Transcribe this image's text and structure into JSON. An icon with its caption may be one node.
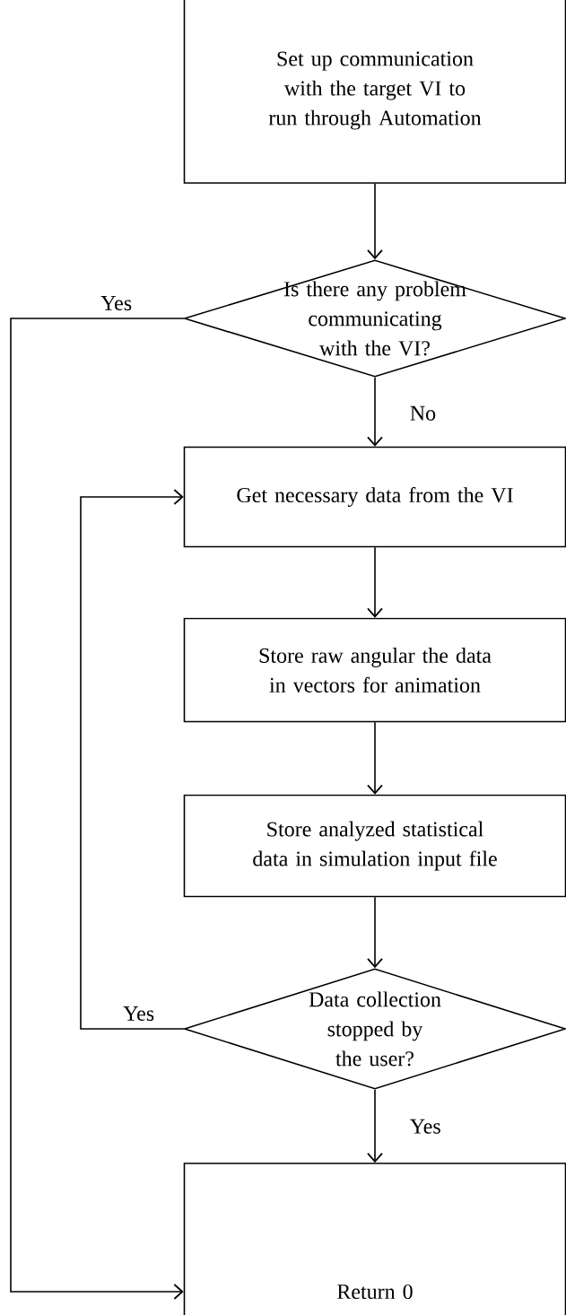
{
  "diagram": {
    "nodes": [
      {
        "text": [
          "Set up communication with the target VI to run through Automation"
        ]
      },
      {
        "text": [
          "Is there any problem communicating with the VI?"
        ]
      },
      {
        "text": [
          "Get necessary data from the VI"
        ]
      },
      {
        "text": [
          "Store raw angular the data in vectors for animation"
        ]
      },
      {
        "text": [
          "Store analyzed statistical data in simulation input file"
        ]
      },
      {
        "text": [
          "Data collection stopped by the user?"
        ]
      },
      {
        "text": [
          "Return 0"
        ]
      }
    ],
    "edges": [
      {
        "from": 0,
        "to": 1,
        "arrow": "to"
      },
      {
        "from": 1,
        "to": 6,
        "arrow": "to",
        "label": "Yes"
      },
      {
        "from": 1,
        "to": 2,
        "arrow": "to",
        "label": "No"
      },
      {
        "from": 2,
        "to": 3,
        "arrow": "to"
      },
      {
        "from": 3,
        "to": 4,
        "arrow": "to"
      },
      {
        "from": 4,
        "to": 5,
        "arrow": "to"
      },
      {
        "from": 5,
        "to": 2,
        "arrow": "to",
        "label": "Yes"
      },
      {
        "from": 5,
        "to": 6,
        "arrow": "to",
        "label": "Yes"
      }
    ]
  }
}
